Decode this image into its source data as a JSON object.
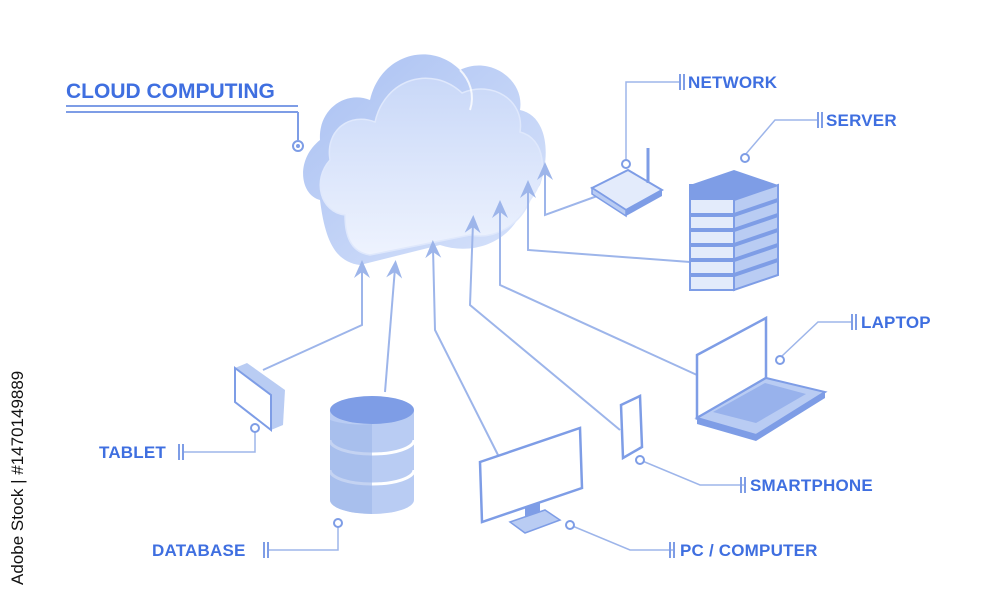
{
  "title": "CLOUD COMPUTING",
  "labels": {
    "network": "NETWORK",
    "server": "SERVER",
    "laptop": "LAPTOP",
    "smartphone": "SMARTPHONE",
    "pc": "PC / COMPUTER",
    "database": "DATABASE",
    "tablet": "TABLET"
  },
  "watermark": "Adobe Stock | #1470149889",
  "colors": {
    "accent": "#3f6fe0",
    "line": "#9db5ea",
    "fill_light": "#e3ebfb",
    "fill_mid": "#b9ccf3",
    "fill_dark": "#7e9de6"
  }
}
